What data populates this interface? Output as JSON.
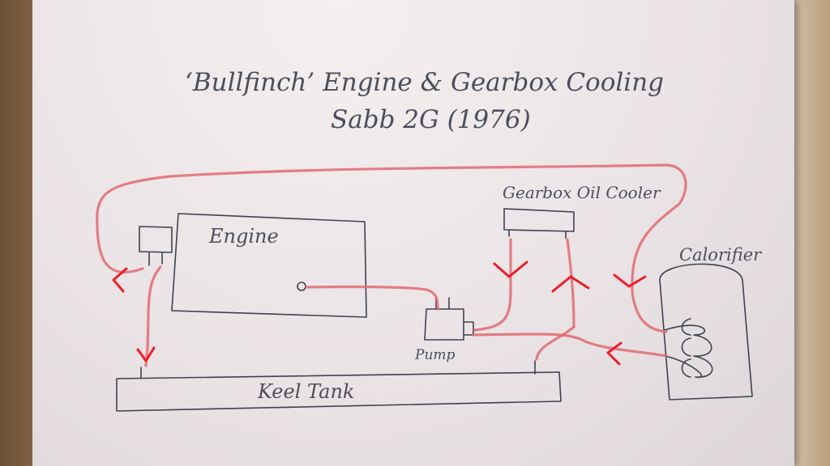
{
  "title": {
    "line1": "‘Bullfinch’   Engine & Gearbox Cooling",
    "line2": "Sabb 2G   (1976)"
  },
  "labels": {
    "engine": "Engine",
    "pump": "Pump",
    "keel_tank": "Keel  Tank",
    "gearbox_oil_cooler": "Gearbox Oil Cooler",
    "calorifier": "Calorifier"
  },
  "colors": {
    "pipe": "#e06a72",
    "flow_arrow": "#ee1c25",
    "pencil": "#3d4250",
    "paper": "#ece6e8"
  }
}
